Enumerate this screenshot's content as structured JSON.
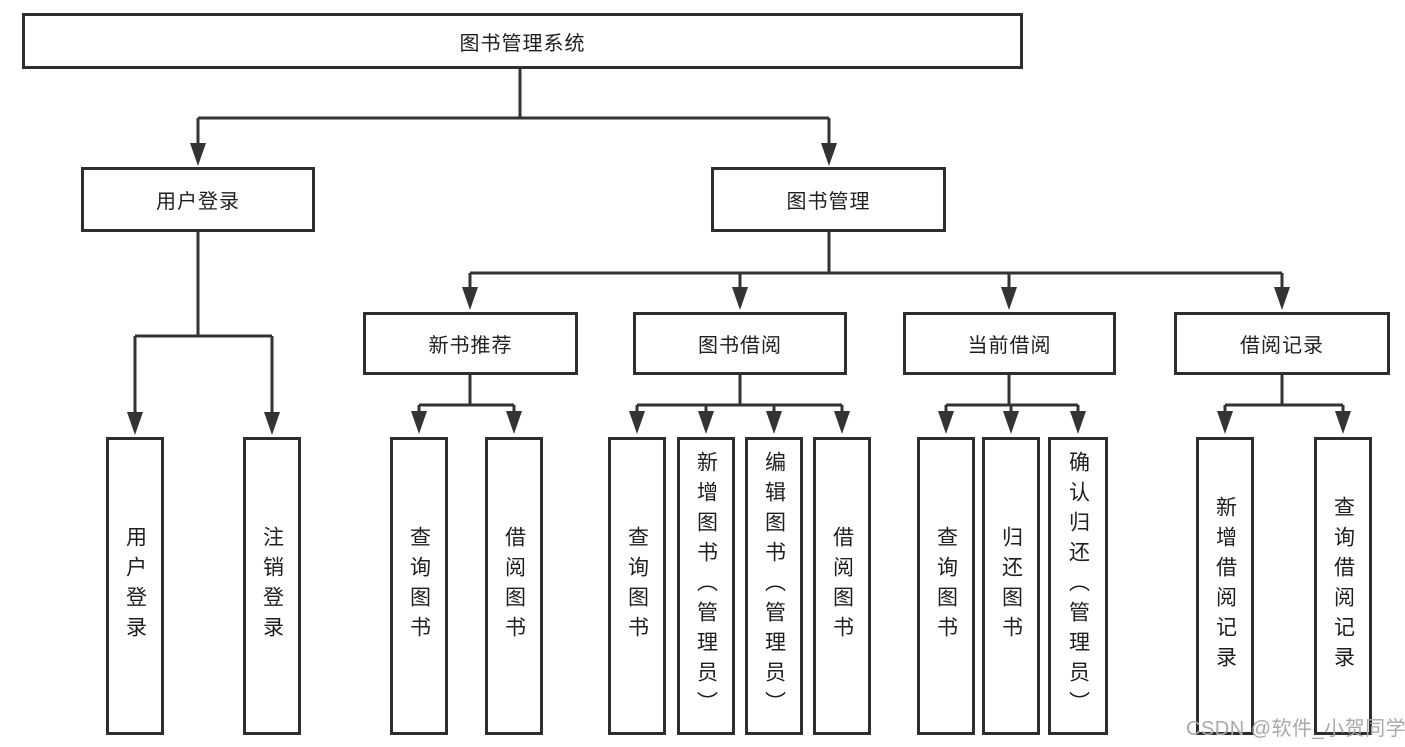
{
  "diagram": {
    "type": "hierarchy-tree",
    "tree": {
      "label": "图书管理系统",
      "children": [
        {
          "label": "用户登录",
          "children": [
            {
              "label": "用户登录"
            },
            {
              "label": "注销登录"
            }
          ]
        },
        {
          "label": "图书管理",
          "children": [
            {
              "label": "新书推荐",
              "children": [
                {
                  "label": "查询图书"
                },
                {
                  "label": "借阅图书"
                }
              ]
            },
            {
              "label": "图书借阅",
              "children": [
                {
                  "label": "查询图书"
                },
                {
                  "label": "新增图书（管理员）"
                },
                {
                  "label": "编辑图书（管理员）"
                },
                {
                  "label": "借阅图书"
                }
              ]
            },
            {
              "label": "当前借阅",
              "children": [
                {
                  "label": "查询图书"
                },
                {
                  "label": "归还图书"
                },
                {
                  "label": "确认归还（管理员）"
                }
              ]
            },
            {
              "label": "借阅记录",
              "children": [
                {
                  "label": "新增借阅记录"
                },
                {
                  "label": "查询借阅记录"
                }
              ]
            }
          ]
        }
      ]
    },
    "colors": {
      "line": "#333333",
      "box_border": "#2e2e2e",
      "text": "#1f1f1f",
      "background": "#ffffff",
      "watermark": "#a9a9a9"
    }
  },
  "watermark": {
    "text": "CSDN @软件_小贺同学"
  }
}
